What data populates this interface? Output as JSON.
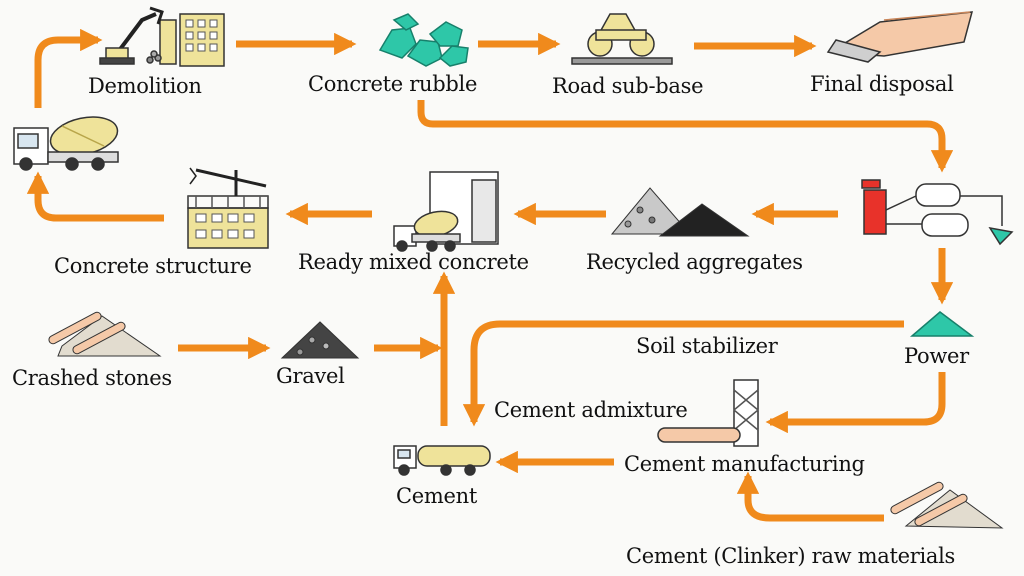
{
  "colors": {
    "arrow": "#f08a1c",
    "yellow_ink": "#efe39a",
    "teal": "#2ec7a8",
    "gray": "#7a7a7a",
    "red": "#e8322a",
    "outline": "#333333"
  },
  "nodes": {
    "demolition": "Demolition",
    "concrete_rubble": "Concrete rubble",
    "road_sub_base": "Road sub-base",
    "final_disposal": "Final disposal",
    "concrete_structure": "Concrete structure",
    "ready_mixed_concrete": "Ready mixed concrete",
    "recycled_aggregates": "Recycled aggregates",
    "crashed_stones": "Crashed stones",
    "gravel": "Gravel",
    "soil_stabilizer": "Soil stabilizer",
    "power": "Power",
    "cement_admixture": "Cement admixture",
    "cement_manufacturing": "Cement manufacturing",
    "cement": "Cement",
    "clinker_raw_materials": "Cement (Clinker) raw materials"
  },
  "icons": [
    "demolition-excavator-icon",
    "concrete-rubble-icon",
    "road-roller-icon",
    "disposal-dump-truck-icon",
    "mixer-truck-icon",
    "tower-crane-building-icon",
    "batching-plant-mixer-icon",
    "aggregate-piles-icon",
    "recycling-plant-icon",
    "stone-pile-icon",
    "gravel-pile-icon",
    "power-pile-icon",
    "cement-kiln-icon",
    "cement-truck-icon",
    "raw-materials-pile-icon"
  ]
}
